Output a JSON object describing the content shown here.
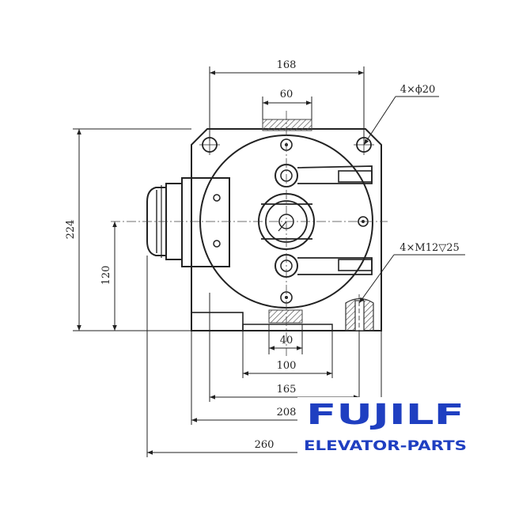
{
  "dimensions": {
    "top_width": "168",
    "top_slot": "60",
    "side_height": "224",
    "center_height": "120",
    "bottom_slot": "40",
    "bottom_100": "100",
    "bottom_165": "165",
    "bottom_208": "208",
    "bottom_260": "260"
  },
  "callouts": {
    "holes": "4×ϕ20",
    "threads": "4×M12▽25"
  },
  "brand": {
    "name": "FUJILF",
    "tagline": "ELEVATOR-PARTS",
    "color": "#1f3fc1"
  }
}
